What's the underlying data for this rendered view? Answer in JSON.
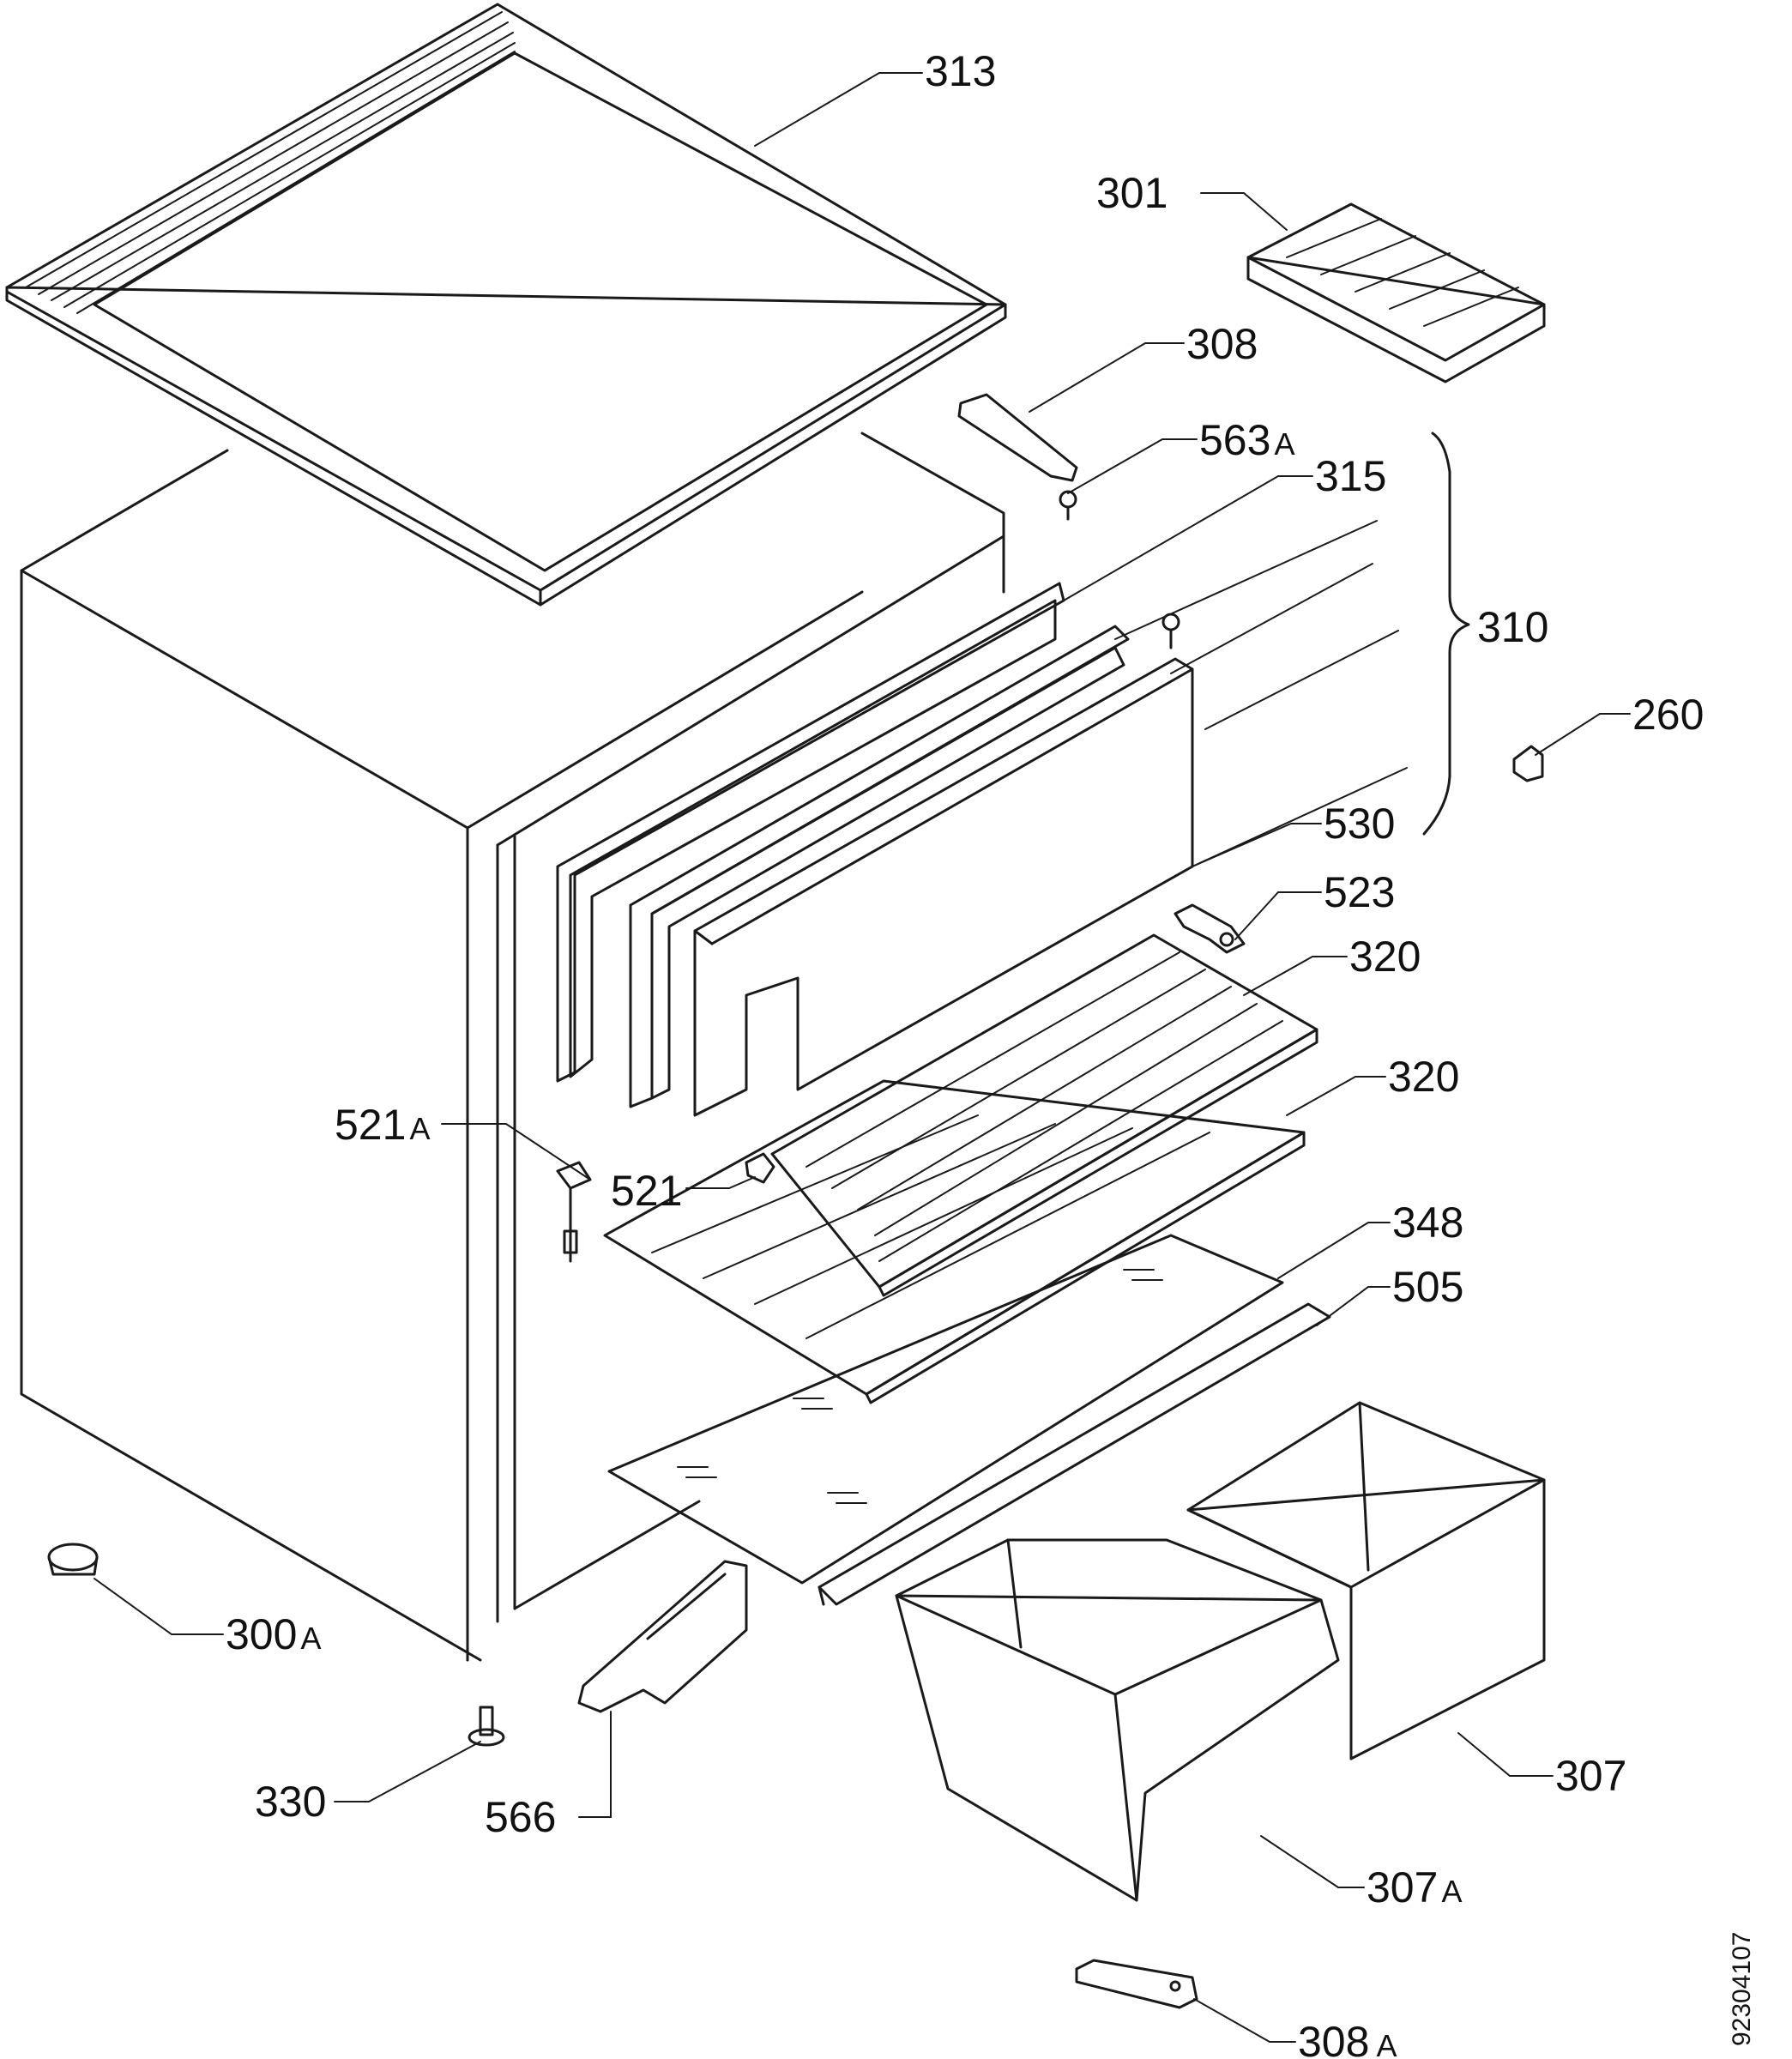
{
  "diagram": {
    "drawing_number": "92304107",
    "labels": {
      "p313": "313",
      "p301": "301",
      "p308": "308",
      "p563a_num": "563",
      "p563a_suf": "A",
      "p315": "315",
      "p310": "310",
      "p260": "260",
      "p530": "530",
      "p523": "523",
      "p320a": "320",
      "p320b": "320",
      "p521a_num": "521",
      "p521a_suf": "A",
      "p521": "521",
      "p348": "348",
      "p505": "505",
      "p300a_num": "300",
      "p300a_suf": "A",
      "p330": "330",
      "p566": "566",
      "p307": "307",
      "p307a_num": "307",
      "p307a_suf": "A",
      "p308a_num": "308",
      "p308a_suf": "A"
    }
  }
}
